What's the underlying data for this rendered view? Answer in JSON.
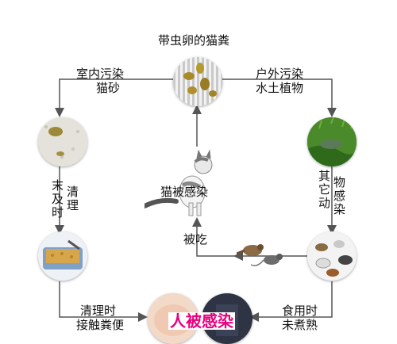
{
  "title": "带虫卵的猫粪",
  "nodes": {
    "indoor": {
      "line1": "室内污染",
      "line2": "猫砂"
    },
    "outdoor": {
      "line1": "户外污染",
      "line2": "水土植物"
    },
    "not_cleaned": {
      "col1": "末及时",
      "col2": "清理"
    },
    "other_animals": {
      "col": "其它动物感染"
    },
    "cat": {
      "label": "猫被感染"
    },
    "eaten": {
      "label": "被吃"
    },
    "cleaning": {
      "line1": "清理时",
      "line2": "接触粪便"
    },
    "eating": {
      "line1": "食用时",
      "line2": "未煮熟"
    },
    "human": {
      "label": "人被感染"
    }
  },
  "colors": {
    "line": "#555555",
    "human_label": "#e8007d"
  }
}
